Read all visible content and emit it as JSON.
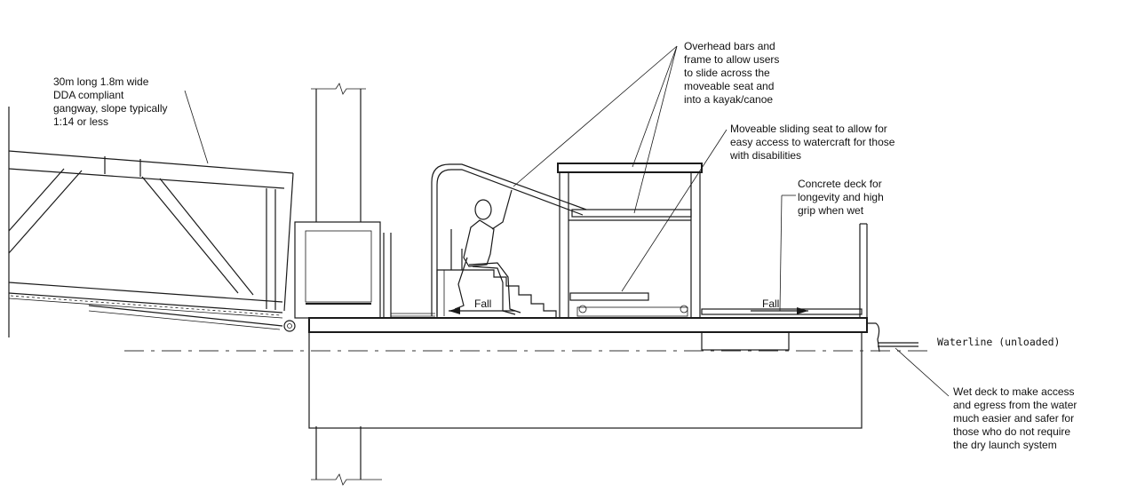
{
  "annotations": {
    "gangway": [
      "30m long 1.8m wide",
      "DDA compliant",
      "gangway, slope typically",
      "1:14 or less"
    ],
    "overhead": [
      "Overhead bars and",
      "frame to allow users",
      "to slide across the",
      "moveable seat and",
      "into a kayak/canoe"
    ],
    "seat": [
      "Moveable sliding seat to allow for",
      "easy access to watercraft for those",
      "with disabilities"
    ],
    "concrete": [
      "Concrete deck for",
      "longevity and high",
      "grip when wet"
    ],
    "wetdeck": [
      "Wet deck to make access",
      "and egress from the water",
      "much easier and safer for",
      "those who do not require",
      "the dry launch system"
    ]
  },
  "labels": {
    "fall_left": "Fall",
    "fall_right": "Fall",
    "waterline": "Waterline (unloaded)"
  }
}
